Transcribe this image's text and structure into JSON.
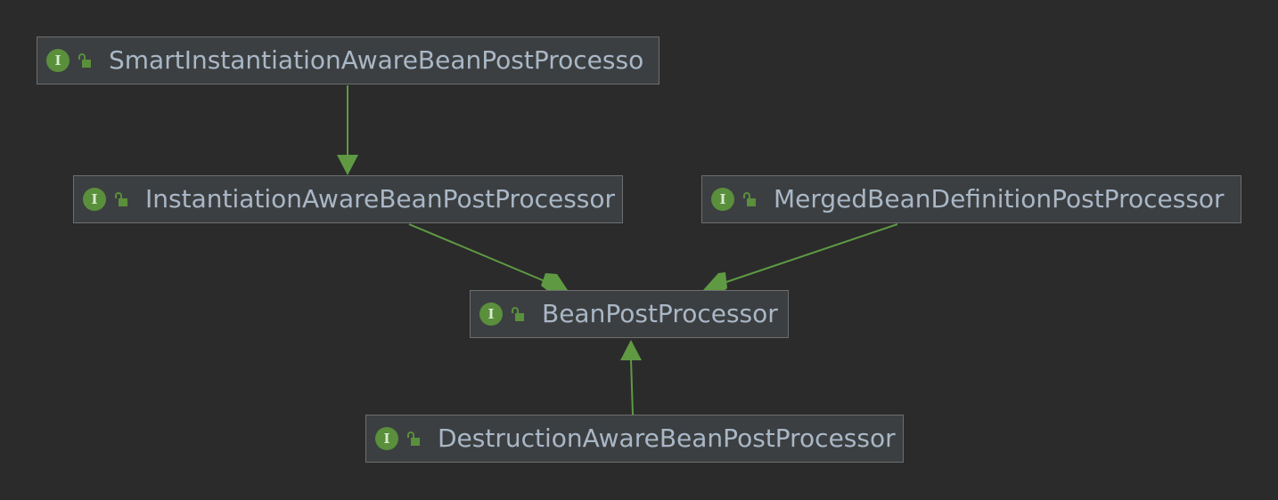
{
  "diagram": {
    "nodes": {
      "smart": {
        "label": "SmartInstantiationAwareBeanPostProcesso",
        "icon": "interface-icon",
        "icon_text": "I",
        "access_icon": "unlock-icon"
      },
      "inst": {
        "label": "InstantiationAwareBeanPostProcessor",
        "icon": "interface-icon",
        "icon_text": "I",
        "access_icon": "unlock-icon"
      },
      "merged": {
        "label": "MergedBeanDefinitionPostProcessor",
        "icon": "interface-icon",
        "icon_text": "I",
        "access_icon": "unlock-icon"
      },
      "bean": {
        "label": "BeanPostProcessor",
        "icon": "interface-icon",
        "icon_text": "I",
        "access_icon": "unlock-icon"
      },
      "destr": {
        "label": "DestructionAwareBeanPostProcessor",
        "icon": "interface-icon",
        "icon_text": "I",
        "access_icon": "unlock-icon"
      }
    },
    "edges": [
      {
        "from": "SmartInstantiationAwareBeanPostProcessor",
        "to": "InstantiationAwareBeanPostProcessor",
        "type": "extends"
      },
      {
        "from": "InstantiationAwareBeanPostProcessor",
        "to": "BeanPostProcessor",
        "type": "extends"
      },
      {
        "from": "MergedBeanDefinitionPostProcessor",
        "to": "BeanPostProcessor",
        "type": "extends"
      },
      {
        "from": "DestructionAwareBeanPostProcessor",
        "to": "BeanPostProcessor",
        "type": "extends"
      }
    ],
    "colors": {
      "background": "#2b2b2b",
      "node_fill": "#3c3f41",
      "node_border": "#6e6e6e",
      "text": "#a9b7c6",
      "edge": "#5f9a43",
      "interface_icon": "#5a8f3c"
    }
  }
}
